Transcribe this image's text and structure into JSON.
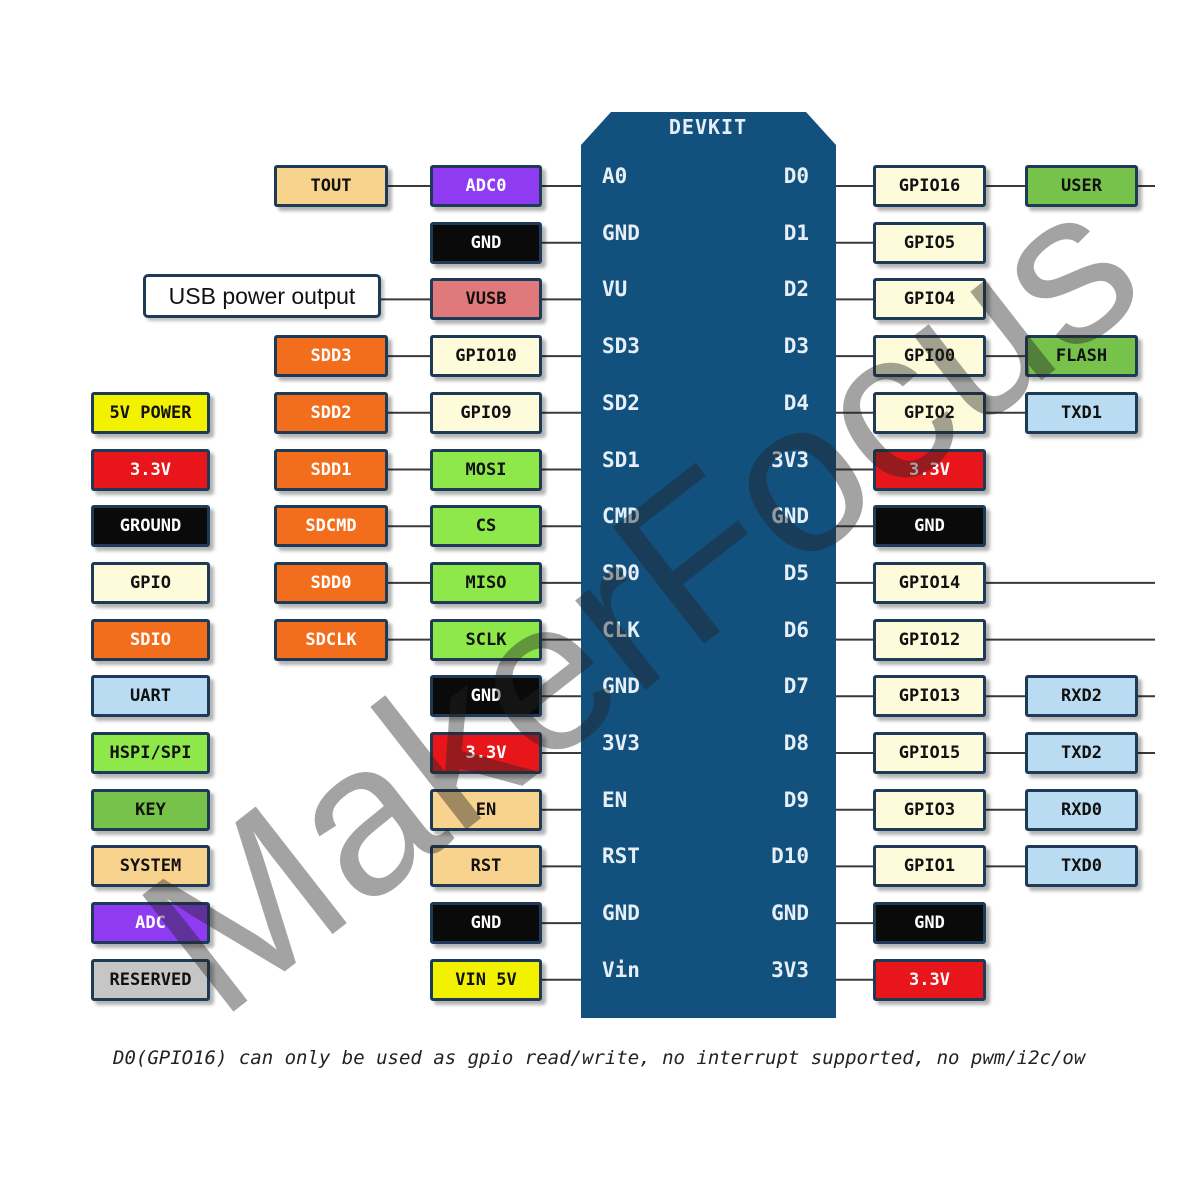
{
  "colors": {
    "board": "#12507e",
    "line": "#3a3a3a",
    "legend": {
      "5V POWER": "#f2f200",
      "3.3V": "#e8151b",
      "GROUND": "#0a0a0a",
      "GPIO": "#fefbdb",
      "SDIO": "#f36e1c",
      "UART": "#b9dcf2",
      "HSPI/SPI": "#8fe84a",
      "KEY": "#76c24a",
      "SYSTEM": "#f8d38e",
      "ADC": "#8e3bf2",
      "RESERVED": "#c6c6c6",
      "VUSB": "#e07a7a"
    }
  },
  "board": {
    "title": "DEVKIT"
  },
  "left_pins": [
    {
      "pin": "A0",
      "inner": {
        "label": "ADC0",
        "type": "ADC"
      },
      "outer": {
        "label": "TOUT",
        "type": "SYSTEM"
      }
    },
    {
      "pin": "GND",
      "inner": {
        "label": "GND",
        "type": "GROUND"
      },
      "outer": null
    },
    {
      "pin": "VU",
      "inner": {
        "label": "VUSB",
        "type": "VUSB"
      },
      "outer": {
        "label": "USB power output",
        "type": "USB"
      }
    },
    {
      "pin": "SD3",
      "inner": {
        "label": "GPIO10",
        "type": "GPIO"
      },
      "outer": {
        "label": "SDD3",
        "type": "SDIO"
      }
    },
    {
      "pin": "SD2",
      "inner": {
        "label": "GPIO9",
        "type": "GPIO"
      },
      "outer": {
        "label": "SDD2",
        "type": "SDIO"
      }
    },
    {
      "pin": "SD1",
      "inner": {
        "label": "MOSI",
        "type": "HSPI/SPI"
      },
      "outer": {
        "label": "SDD1",
        "type": "SDIO"
      }
    },
    {
      "pin": "CMD",
      "inner": {
        "label": "CS",
        "type": "HSPI/SPI"
      },
      "outer": {
        "label": "SDCMD",
        "type": "SDIO"
      }
    },
    {
      "pin": "SD0",
      "inner": {
        "label": "MISO",
        "type": "HSPI/SPI"
      },
      "outer": {
        "label": "SDD0",
        "type": "SDIO"
      }
    },
    {
      "pin": "CLK",
      "inner": {
        "label": "SCLK",
        "type": "HSPI/SPI"
      },
      "outer": {
        "label": "SDCLK",
        "type": "SDIO"
      }
    },
    {
      "pin": "GND",
      "inner": {
        "label": "GND",
        "type": "GROUND"
      },
      "outer": null
    },
    {
      "pin": "3V3",
      "inner": {
        "label": "3.3V",
        "type": "3.3V"
      },
      "outer": null
    },
    {
      "pin": "EN",
      "inner": {
        "label": "EN",
        "type": "SYSTEM"
      },
      "outer": null
    },
    {
      "pin": "RST",
      "inner": {
        "label": "RST",
        "type": "SYSTEM"
      },
      "outer": null
    },
    {
      "pin": "GND",
      "inner": {
        "label": "GND",
        "type": "GROUND"
      },
      "outer": null
    },
    {
      "pin": "Vin",
      "inner": {
        "label": "VIN 5V",
        "type": "5V POWER"
      },
      "outer": null
    }
  ],
  "right_pins": [
    {
      "pin": "D0",
      "inner": {
        "label": "GPIO16",
        "type": "GPIO"
      },
      "outer": {
        "label": "USER",
        "type": "KEY"
      },
      "tail": true
    },
    {
      "pin": "D1",
      "inner": {
        "label": "GPIO5",
        "type": "GPIO"
      },
      "outer": null,
      "tail": false
    },
    {
      "pin": "D2",
      "inner": {
        "label": "GPIO4",
        "type": "GPIO"
      },
      "outer": null,
      "tail": false
    },
    {
      "pin": "D3",
      "inner": {
        "label": "GPIO0",
        "type": "GPIO"
      },
      "outer": {
        "label": "FLASH",
        "type": "KEY"
      },
      "tail": false
    },
    {
      "pin": "D4",
      "inner": {
        "label": "GPIO2",
        "type": "GPIO"
      },
      "outer": {
        "label": "TXD1",
        "type": "UART"
      },
      "tail": false
    },
    {
      "pin": "3V3",
      "inner": {
        "label": "3.3V",
        "type": "3.3V"
      },
      "outer": null,
      "tail": false
    },
    {
      "pin": "GND",
      "inner": {
        "label": "GND",
        "type": "GROUND"
      },
      "outer": null,
      "tail": false
    },
    {
      "pin": "D5",
      "inner": {
        "label": "GPIO14",
        "type": "GPIO"
      },
      "outer": null,
      "tail": true
    },
    {
      "pin": "D6",
      "inner": {
        "label": "GPIO12",
        "type": "GPIO"
      },
      "outer": null,
      "tail": true
    },
    {
      "pin": "D7",
      "inner": {
        "label": "GPIO13",
        "type": "GPIO"
      },
      "outer": {
        "label": "RXD2",
        "type": "UART"
      },
      "tail": true
    },
    {
      "pin": "D8",
      "inner": {
        "label": "GPIO15",
        "type": "GPIO"
      },
      "outer": {
        "label": "TXD2",
        "type": "UART"
      },
      "tail": true
    },
    {
      "pin": "D9",
      "inner": {
        "label": "GPIO3",
        "type": "GPIO"
      },
      "outer": {
        "label": "RXD0",
        "type": "UART"
      },
      "tail": false
    },
    {
      "pin": "D10",
      "inner": {
        "label": "GPIO1",
        "type": "GPIO"
      },
      "outer": {
        "label": "TXD0",
        "type": "UART"
      },
      "tail": false
    },
    {
      "pin": "GND",
      "inner": {
        "label": "GND",
        "type": "GROUND"
      },
      "outer": null,
      "tail": false
    },
    {
      "pin": "3V3",
      "inner": {
        "label": "3.3V",
        "type": "3.3V"
      },
      "outer": null,
      "tail": false
    }
  ],
  "legend": [
    "5V POWER",
    "3.3V",
    "GROUND",
    "GPIO",
    "SDIO",
    "UART",
    "HSPI/SPI",
    "KEY",
    "SYSTEM",
    "ADC",
    "RESERVED"
  ],
  "footnote": "D0(GPIO16) can only be used as gpio read/write, no interrupt supported, no pwm/i2c/ow",
  "watermark": "MakerFocus"
}
